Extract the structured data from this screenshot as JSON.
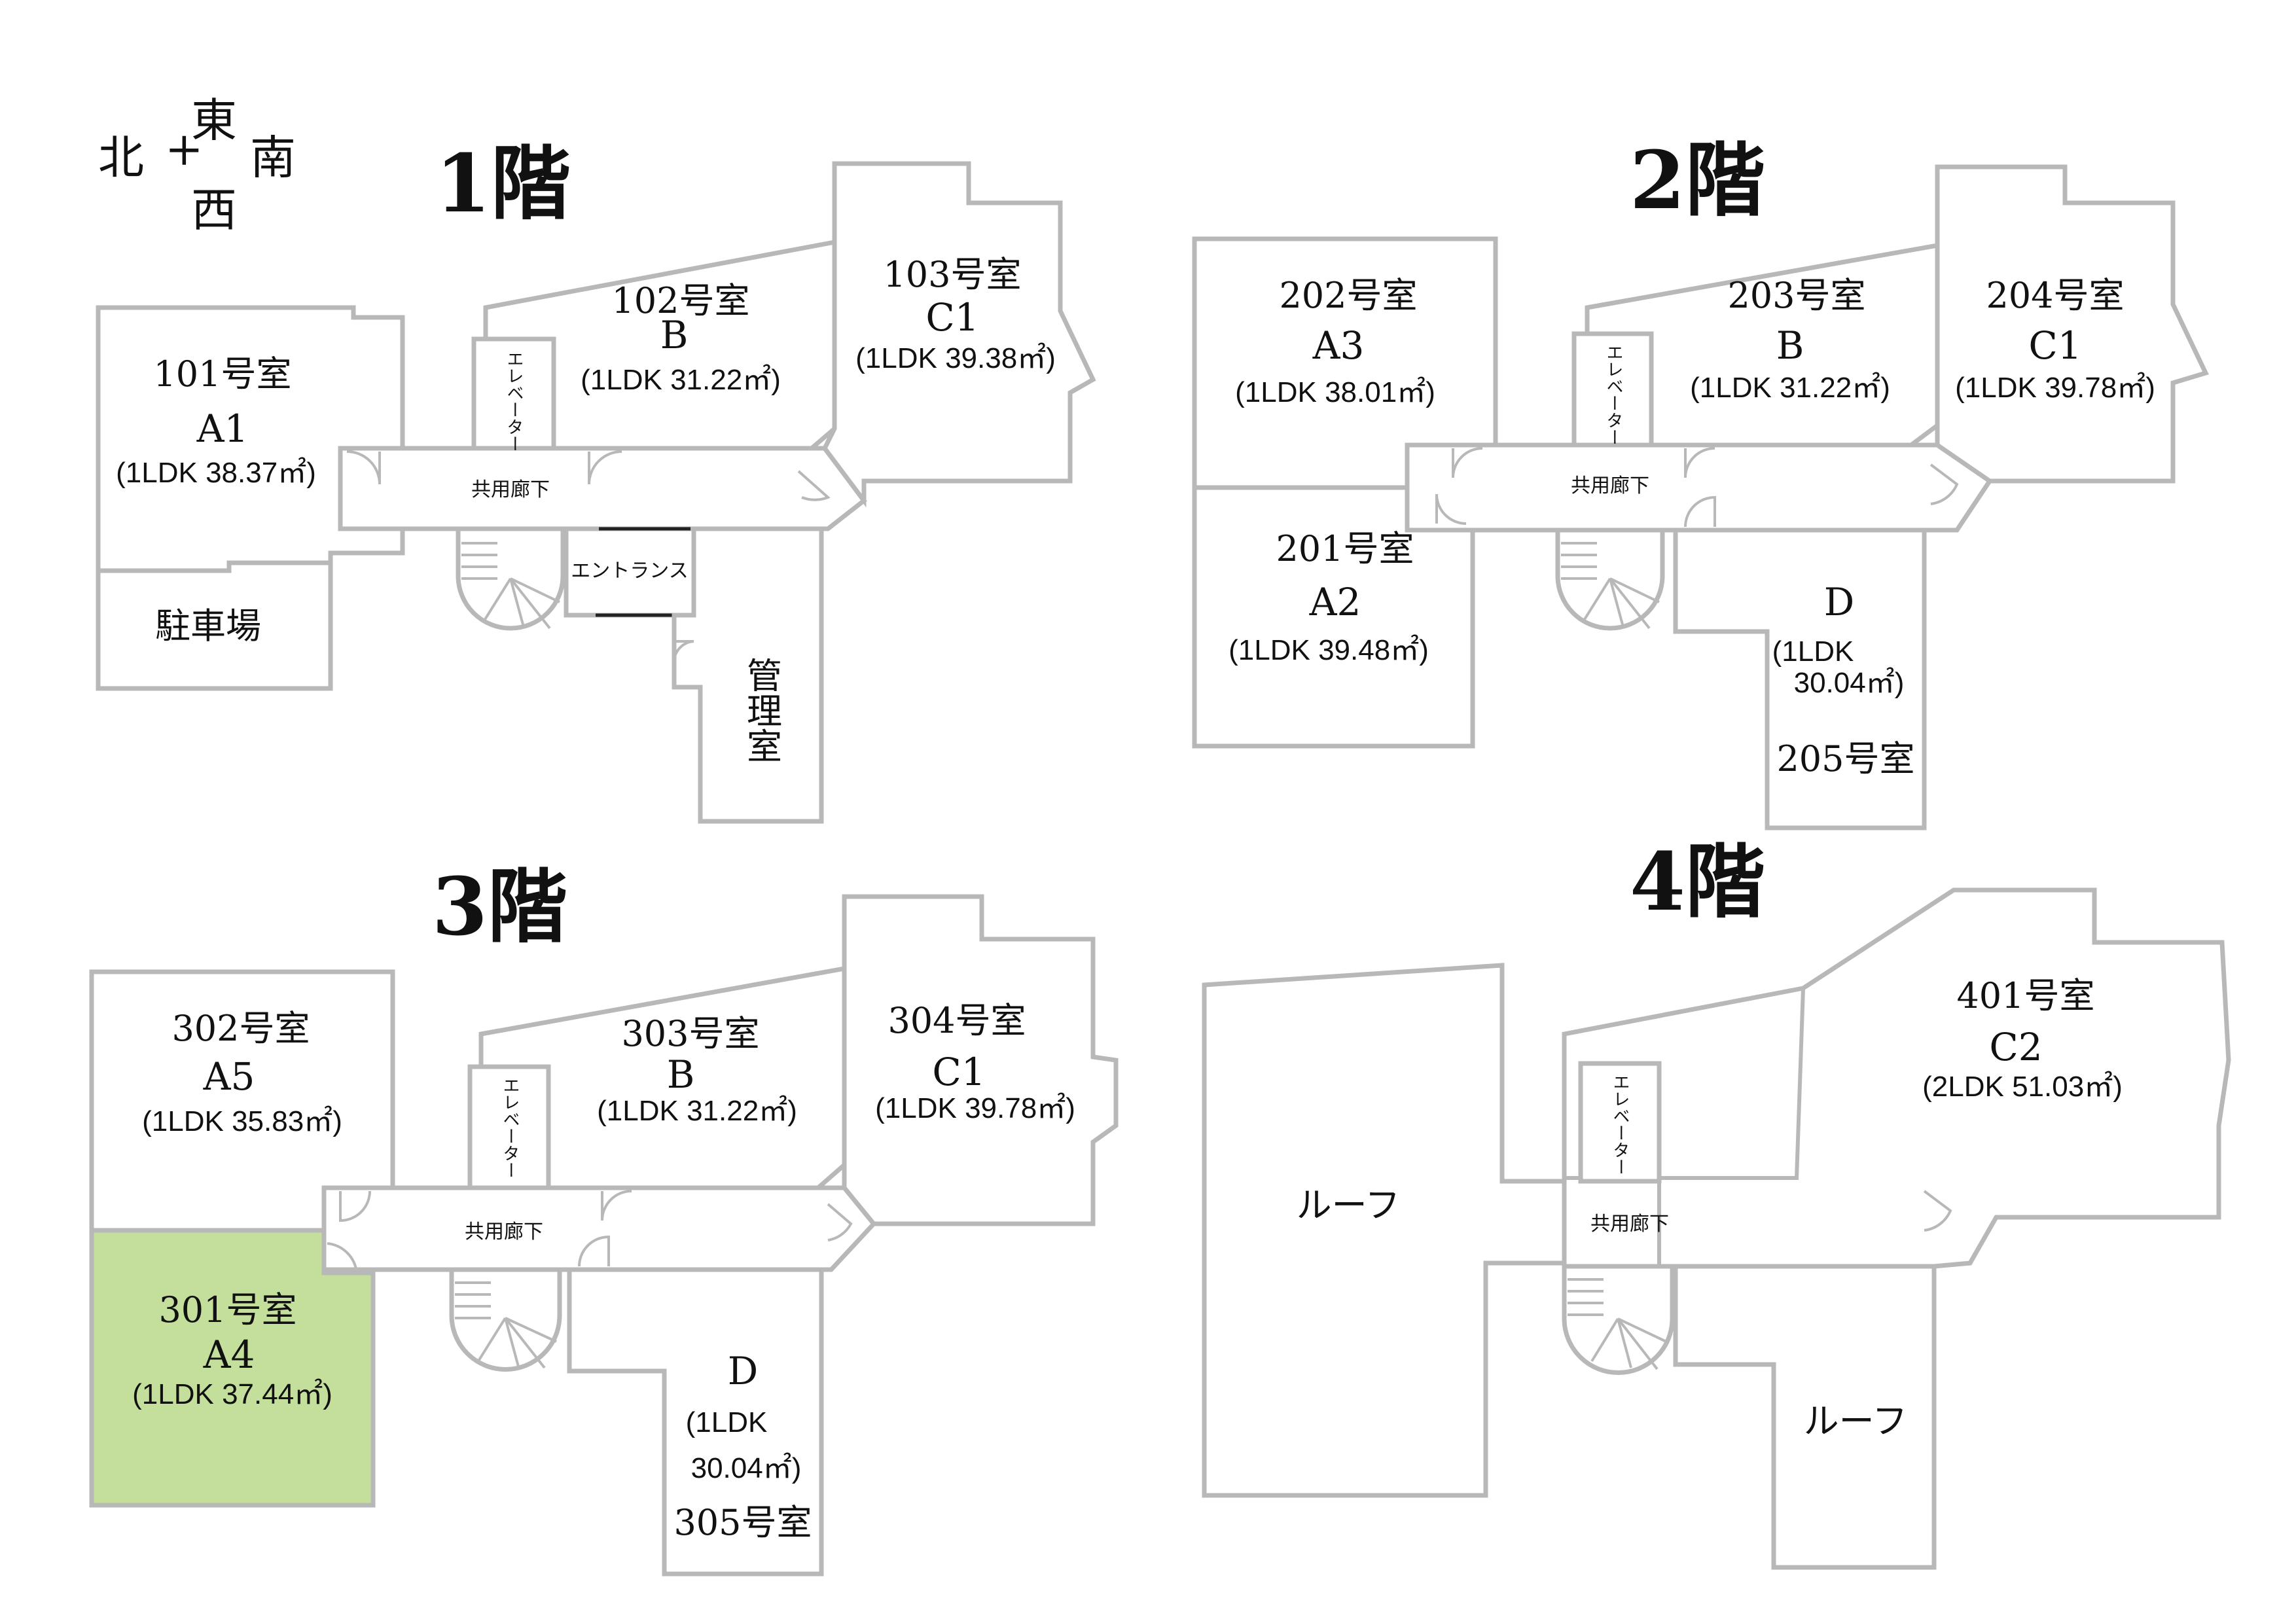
{
  "compass": {
    "north": "北",
    "east": "東",
    "south": "南",
    "west": "西",
    "center": "+"
  },
  "floors": {
    "f1": {
      "title": "1階",
      "r101": {
        "room": "101号室",
        "type": "A1",
        "size": "(1LDK 38.37㎡)"
      },
      "r102": {
        "room": "102号室",
        "type": "B",
        "size": "(1LDK 31.22㎡)"
      },
      "r103": {
        "room": "103号室",
        "type": "C1",
        "size": "(1LDK 39.38㎡)"
      },
      "elevator": "エレベーター",
      "corridor": "共用廊下",
      "entrance": "エントランス",
      "parking": "駐車場",
      "office": "管理室"
    },
    "f2": {
      "title": "2階",
      "r201": {
        "room": "201号室",
        "type": "A2",
        "size": "(1LDK 39.48㎡)"
      },
      "r202": {
        "room": "202号室",
        "type": "A3",
        "size": "(1LDK 38.01㎡)"
      },
      "r203": {
        "room": "203号室",
        "type": "B",
        "size": "(1LDK 31.22㎡)"
      },
      "r204": {
        "room": "204号室",
        "type": "C1",
        "size": "(1LDK 39.78㎡)"
      },
      "r205": {
        "room": "205号室",
        "type": "D",
        "size_line1": "(1LDK",
        "size_line2": "30.04㎡)"
      },
      "elevator": "エレベーター",
      "corridor": "共用廊下"
    },
    "f3": {
      "title": "3階",
      "r301": {
        "room": "301号室",
        "type": "A4",
        "size": "(1LDK 37.44㎡)"
      },
      "r302": {
        "room": "302号室",
        "type": "A5",
        "size": "(1LDK 35.83㎡)"
      },
      "r303": {
        "room": "303号室",
        "type": "B",
        "size": "(1LDK 31.22㎡)"
      },
      "r304": {
        "room": "304号室",
        "type": "C1",
        "size": "(1LDK 39.78㎡)"
      },
      "r305": {
        "room": "305号室",
        "type": "D",
        "size_line1": "(1LDK",
        "size_line2": "30.04㎡)"
      },
      "elevator": "エレベーター",
      "corridor": "共用廊下"
    },
    "f4": {
      "title": "4階",
      "r401": {
        "room": "401号室",
        "type": "C2",
        "size": "(2LDK 51.03㎡)"
      },
      "roof1": "ルーフ",
      "roof2": "ルーフ",
      "elevator": "エレベーター",
      "corridor": "共用廊下"
    }
  },
  "colors": {
    "wall": "#b8b8b8",
    "highlight": "#c4df9b",
    "text": "#111111"
  }
}
